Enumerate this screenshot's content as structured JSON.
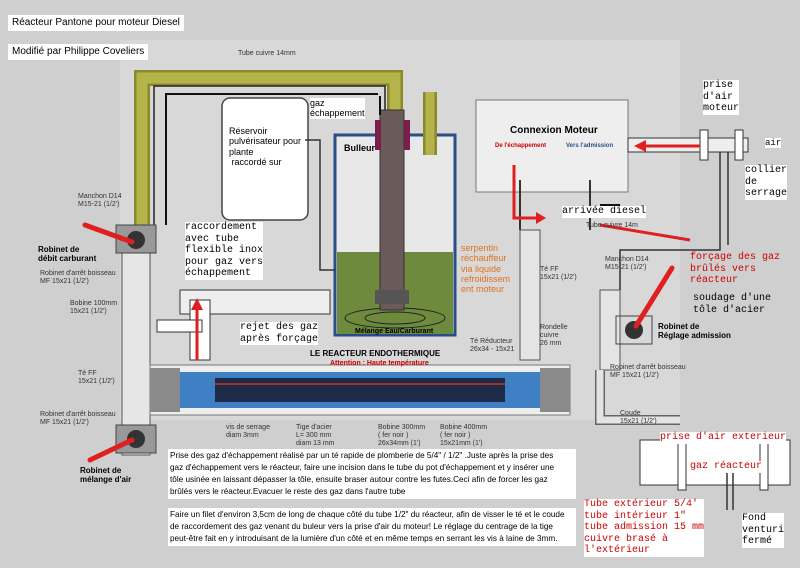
{
  "title": "Réacteur Pantone pour moteur Diesel",
  "author": "Modifié par Philippe Coveliers",
  "labels": {
    "tube_cuivre_14": "Tube cuivre 14mm",
    "gaz_echappement": "gaz\néchappement",
    "reservoir": "Réservoir\npulvérisateur pour\nplante\n raccordé sur",
    "bulleur": "Bulleur",
    "connexion_moteur": "Connexion Moteur",
    "de_echappement": "De l'échappement",
    "vers_admission": "Vers l'admission",
    "prise_air_moteur": "prise\nd'air\nmoteur",
    "air": "air",
    "collier_serrage": "collier\nde\nserrage",
    "arrivee_diesel": "arrivée diesel",
    "tube_cuivre_14_b": "Tube cuivre 14m",
    "raccordement": "raccordement\navec tube\nflexible inox\npour gaz vers\néchappement",
    "forcage": "forçage des gaz\nbrûlés vers\nréacteur",
    "soudage": "soudage d'une\ntôle d'acier",
    "serpentin": "serpentin\nréchauffeur\nvia liquide\nrefroidissem\nent moteur",
    "rejet": "rejet des gaz\naprès forçage",
    "melange": "Mélange Eau/Carburant",
    "reacteur_endo": "LE REACTEUR ENDOTHERMIQUE",
    "attention": "Attention : Haute température",
    "robinet_debit": "Robinet de\ndébit carburant",
    "manchon_left": "Manchon D14\nM15-21 (1/2')",
    "robinet_boisseau_1": "Robinet d'arrêt boisseau\nMF 15x21 (1/2')",
    "bobine_100": "Bobine 100mm\n15x21 (1/2')",
    "te_ff_left": "Té FF\n15x21 (1/2')",
    "robinet_boisseau_2": "Robinet d'arrêt boisseau\nMF 15x21 (1/2')",
    "robinet_melange": "Robinet de\nmélange d'air",
    "te_reducteur": "Té Réducteur\n26x34 - 15x21",
    "te_ff_right": "Té FF\n15x21 (1/2')",
    "rondelle": "Rondelle\ncuivre\n26 mm",
    "manchon_right": "Manchon D14\nM15-21 (1/2')",
    "robinet_reglage": "Robinet de\nRéglage admission",
    "robinet_boisseau_3": "Robinet d'arrêt boisseau\nMF 15x21 (1/2')",
    "coude": "Coude\n15x21 (1/2')",
    "vis_serrage": "vis de serrage\ndiam 3mm",
    "tige_acier": "Tige d'acier\nL= 300 mm\ndiam 13 mm",
    "bobine_300": "Bobine 300mm\n( fer noir )\n26x34mm (1')",
    "bobine_400": "Bobine 400mm\n( fer noir )\n15x21mm (1')",
    "prise_air_ext": "prise d'air exterieur",
    "gaz_reacteur": "gaz réacteur",
    "tubes_desc": "Tube extérieur 5/4'\ntube intérieur 1\"\ntube admission 15 mm\ncuivre brasé à\nl'extérieur",
    "fond_venturi": "Fond\nventuri\nfermé",
    "para1": "Prise des gaz d'échappement réalisé par un té rapide de plomberie de 5/4\" / 1/2\" .Juste après la prise des\ngaz d'échappement vers le réacteur, faire une incision dans le tube du pot d'échappement et y insérer une\ntôle usinée en laissant dépasser la tôle, ensuite braser autour contre les futes.Ceci afin de forcer les gaz\nbrûlés vers le réacteur.Evacuer le reste des gaz dans l'autre tube",
    "para2": "Faire un filet d'environ 3,5cm de long de chaque côté du tube 1/2\" du réacteur, afin de visser le té et le coude\nde raccordement des gaz venant du buleur vers la prise d'air du moteur! Le réglage du centrage de la tige\npeut-être fait en y introduisant de la lumière d'un côté et en même temps en serrant les vis à laine de 3mm."
  },
  "colors": {
    "pipe_yellow": "#a8a83a",
    "water_green": "#6e8a3c",
    "reactor_blue": "#3f7fc4",
    "arrow_red": "#e02020",
    "frame_blue": "#2a4d8a"
  }
}
